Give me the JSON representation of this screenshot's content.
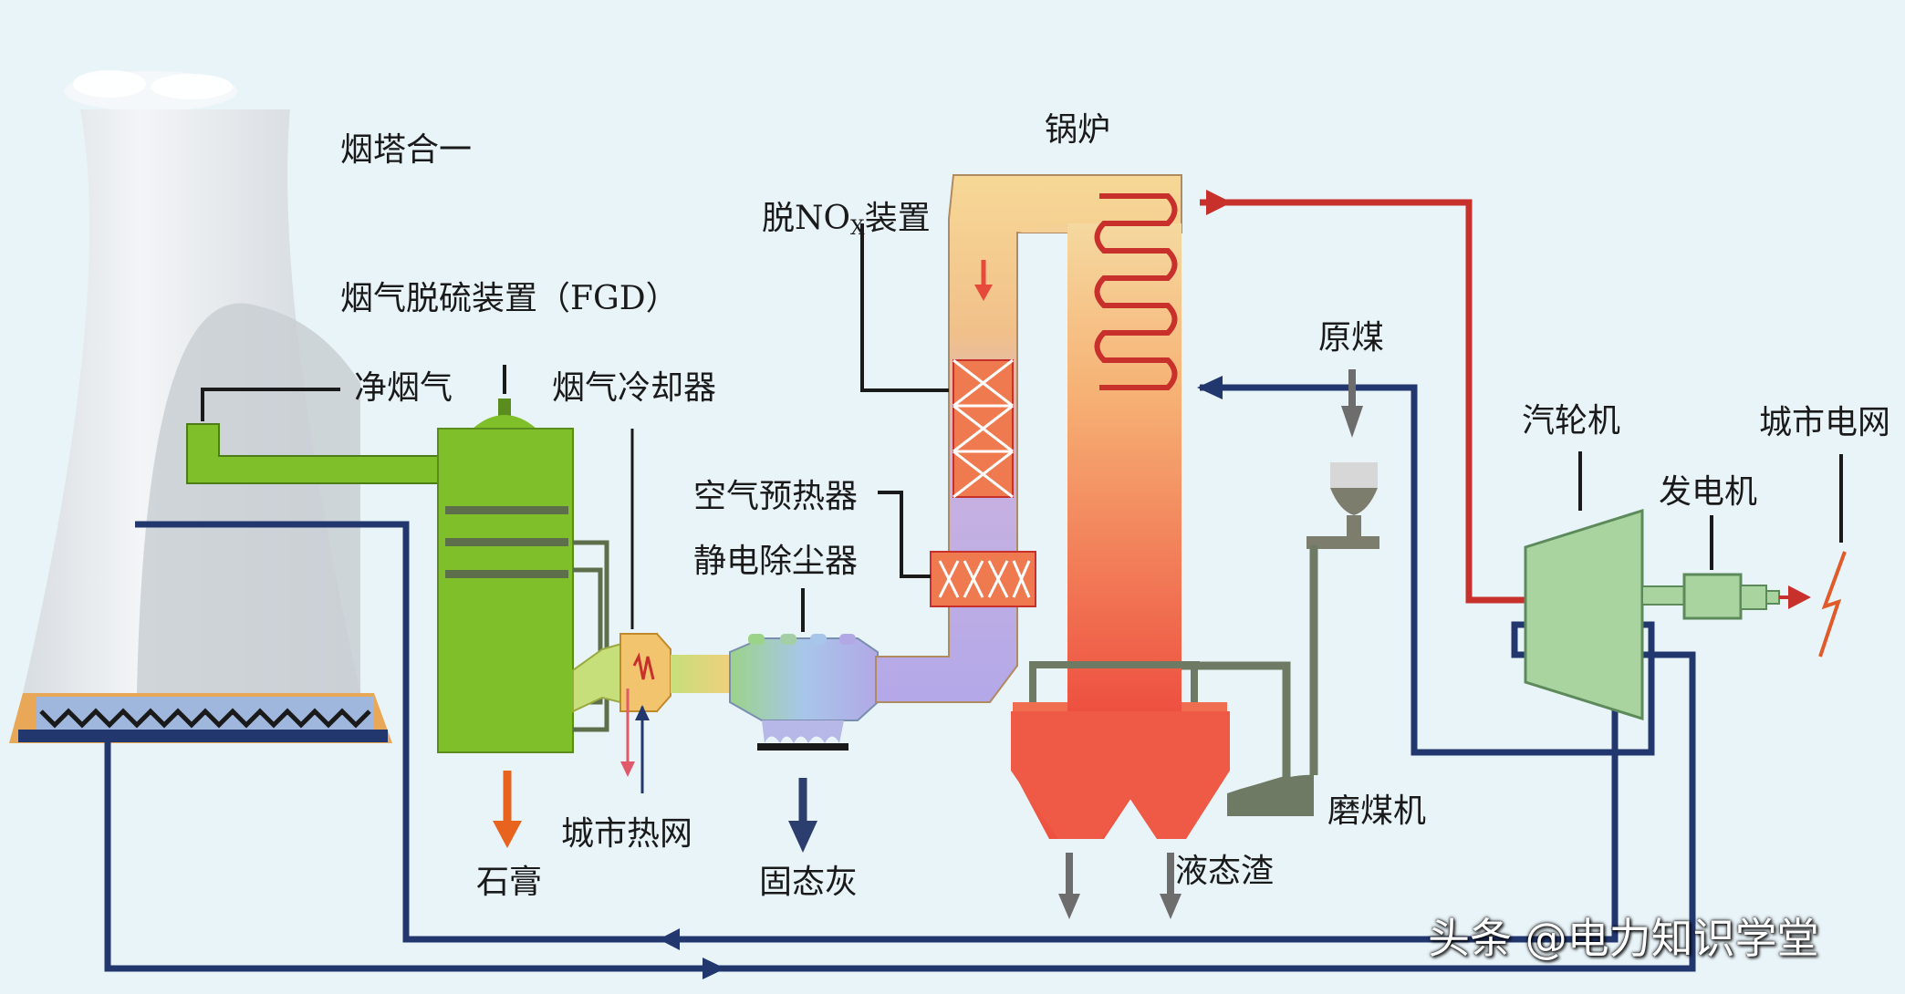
{
  "labels": {
    "chimney_tower": "烟塔合一",
    "boiler": "锅炉",
    "denox_prefix": "脱NO",
    "denox_sub": "X",
    "denox_suffix": "装置",
    "fgd": "烟气脱硫装置（FGD）",
    "clean_flue_gas": "净烟气",
    "flue_gas_cooler": "烟气冷却器",
    "raw_coal": "原煤",
    "turbine": "汽轮机",
    "city_grid": "城市电网",
    "generator": "发电机",
    "air_preheater": "空气预热器",
    "esp": "静电除尘器",
    "city_heat_network": "城市热网",
    "gypsum": "石膏",
    "solid_ash": "固态灰",
    "liquid_slag": "液态渣",
    "coal_mill": "磨煤机"
  },
  "watermark": "头条 @电力知识学堂",
  "colors": {
    "background": "#e9f4f9",
    "steam_line": "#c8302c",
    "water_line": "#23376f",
    "fgd_green": "#7fbf2a",
    "turbine_green": "#a9d4a0",
    "boiler_hot": "#ef5a45",
    "boiler_warm": "#f4c98a",
    "ash_arrow": "#2c3e6e",
    "gypsum_arrow": "#e8631d"
  }
}
